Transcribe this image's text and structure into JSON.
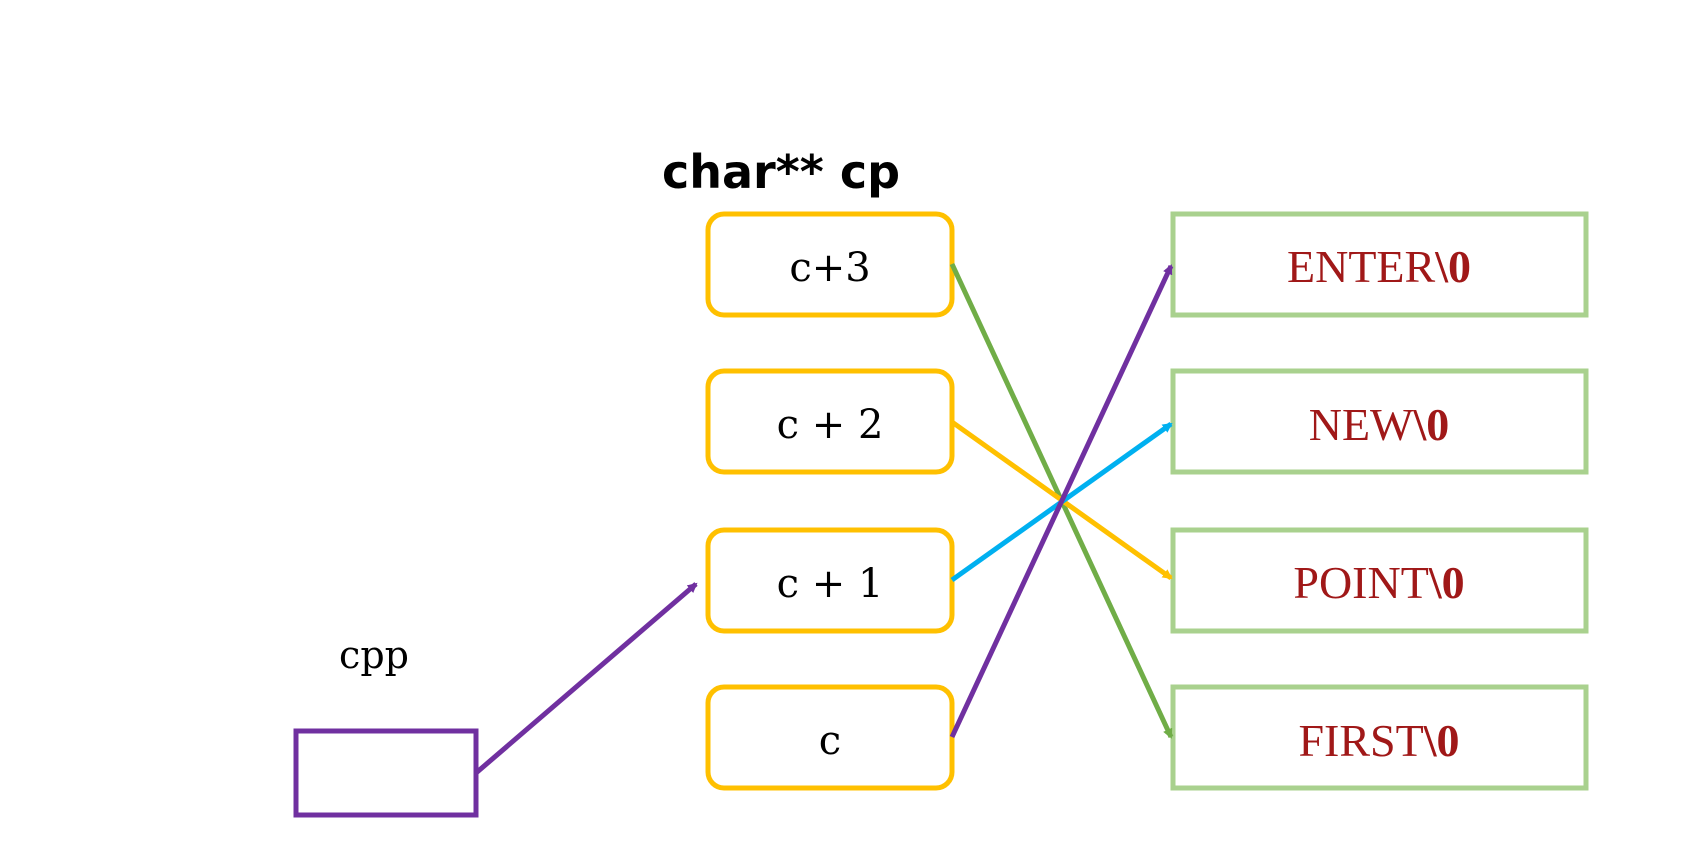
{
  "title": "char** cp",
  "cpp": {
    "label": "cpp",
    "border_color": "#7030a0"
  },
  "pointer_array": [
    {
      "label": "c+3"
    },
    {
      "label": "c + 2"
    },
    {
      "label": "c + 1"
    },
    {
      "label": "c"
    }
  ],
  "strings": [
    {
      "text": "ENTER",
      "terminator": "\\0"
    },
    {
      "text": "NEW",
      "terminator": "\\0"
    },
    {
      "text": "POINT",
      "terminator": "\\0"
    },
    {
      "text": "FIRST",
      "terminator": "\\0"
    }
  ],
  "links": [
    {
      "from": "c+3",
      "to": "FIRST",
      "color": "#70ad47"
    },
    {
      "from": "c + 2",
      "to": "POINT",
      "color": "#ffc000"
    },
    {
      "from": "c + 1",
      "to": "NEW",
      "color": "#00b0f0"
    },
    {
      "from": "c",
      "to": "ENTER",
      "color": "#7030a0"
    },
    {
      "from": "cpp",
      "to": "c + 1",
      "color": "#7030a0"
    }
  ],
  "colors": {
    "pointer_box_border": "#ffc000",
    "string_box_border": "#a9d18e",
    "string_text": "#a01818"
  }
}
